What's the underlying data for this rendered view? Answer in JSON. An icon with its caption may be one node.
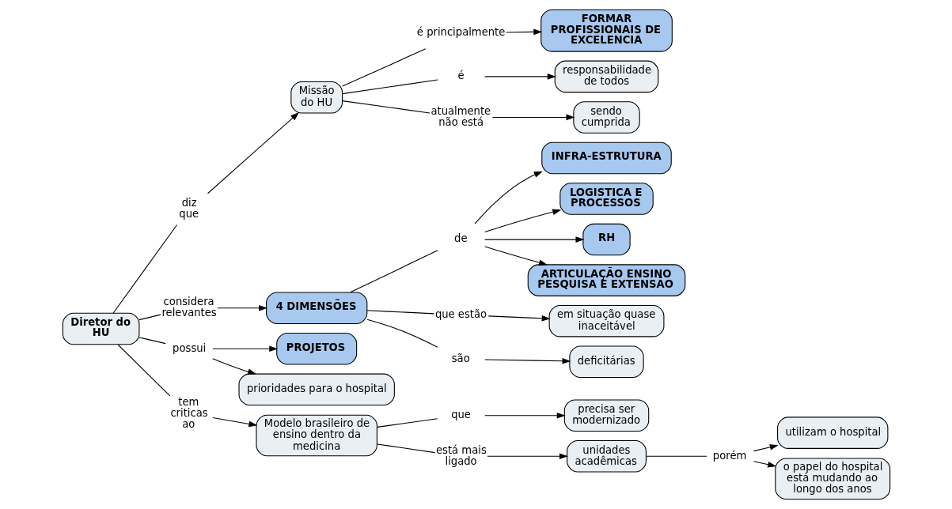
{
  "diagram": {
    "nodes": [
      {
        "text": [
          "Diretor do HU"
        ]
      },
      {
        "text": [
          "diz que"
        ]
      },
      {
        "text": [
          "Missão do HU"
        ]
      },
      {
        "text": [
          "é principalmente"
        ]
      },
      {
        "text": [
          "FORMAR PROFISSIONAIS DE EXCELENCIA"
        ]
      },
      {
        "text": [
          "é"
        ]
      },
      {
        "text": [
          "responsabilidade de todos"
        ]
      },
      {
        "text": [
          "atualmente não está"
        ]
      },
      {
        "text": [
          "sendo cumprida"
        ]
      },
      {
        "text": [
          "considera relevantes"
        ]
      },
      {
        "text": [
          "4 DIMENSÕES"
        ]
      },
      {
        "text": [
          "de"
        ]
      },
      {
        "text": [
          "INFRA-ESTRUTURA"
        ]
      },
      {
        "text": [
          "LOGISTICA E PROCESSOS"
        ]
      },
      {
        "text": [
          "RH"
        ]
      },
      {
        "text": [
          "ARTICULAÇÃO ENSINO PESQUISA E EXTENSÃO"
        ]
      },
      {
        "text": [
          "que estão"
        ]
      },
      {
        "text": [
          "em situação quase inaceitável"
        ]
      },
      {
        "text": [
          "são"
        ]
      },
      {
        "text": [
          "deficitárias"
        ]
      },
      {
        "text": [
          "possui"
        ]
      },
      {
        "text": [
          "PROJETOS"
        ]
      },
      {
        "text": [
          "prioridades para o hospital"
        ]
      },
      {
        "text": [
          "tem criticas ao"
        ]
      },
      {
        "text": [
          "Modelo brasileiro de ensino dentro da medicina"
        ]
      },
      {
        "text": [
          "que"
        ]
      },
      {
        "text": [
          "precisa ser modernizado"
        ]
      },
      {
        "text": [
          "está mais ligado"
        ]
      },
      {
        "text": [
          "unidades acadêmicas"
        ]
      },
      {
        "text": [
          "porém"
        ]
      },
      {
        "text": [
          "utilizam o hospital"
        ]
      },
      {
        "text": [
          "o papel do hospital está mudando ao longo dos anos"
        ]
      }
    ],
    "edges": [
      {
        "from": 0,
        "to": 1,
        "arrow": "none"
      },
      {
        "from": 1,
        "to": 2,
        "arrow": "to"
      },
      {
        "from": 2,
        "to": 3,
        "arrow": "none"
      },
      {
        "from": 3,
        "to": 4,
        "arrow": "to"
      },
      {
        "from": 2,
        "to": 5,
        "arrow": "none"
      },
      {
        "from": 5,
        "to": 6,
        "arrow": "to"
      },
      {
        "from": 2,
        "to": 7,
        "arrow": "none"
      },
      {
        "from": 7,
        "to": 8,
        "arrow": "to"
      },
      {
        "from": 0,
        "to": 9,
        "arrow": "none"
      },
      {
        "from": 9,
        "to": 10,
        "arrow": "to"
      },
      {
        "from": 10,
        "to": 11,
        "arrow": "none"
      },
      {
        "from": 11,
        "to": 12,
        "arrow": "to"
      },
      {
        "from": 11,
        "to": 13,
        "arrow": "to"
      },
      {
        "from": 11,
        "to": 14,
        "arrow": "to"
      },
      {
        "from": 11,
        "to": 15,
        "arrow": "to"
      },
      {
        "from": 10,
        "to": 16,
        "arrow": "none"
      },
      {
        "from": 16,
        "to": 17,
        "arrow": "to"
      },
      {
        "from": 10,
        "to": 18,
        "arrow": "none"
      },
      {
        "from": 18,
        "to": 19,
        "arrow": "to"
      },
      {
        "from": 0,
        "to": 20,
        "arrow": "none"
      },
      {
        "from": 20,
        "to": 21,
        "arrow": "to"
      },
      {
        "from": 20,
        "to": 22,
        "arrow": "to"
      },
      {
        "from": 0,
        "to": 23,
        "arrow": "none"
      },
      {
        "from": 23,
        "to": 24,
        "arrow": "to"
      },
      {
        "from": 24,
        "to": 25,
        "arrow": "none"
      },
      {
        "from": 25,
        "to": 26,
        "arrow": "to"
      },
      {
        "from": 24,
        "to": 27,
        "arrow": "none"
      },
      {
        "from": 27,
        "to": 28,
        "arrow": "to"
      },
      {
        "from": 28,
        "to": 29,
        "arrow": "none"
      },
      {
        "from": 29,
        "to": 30,
        "arrow": "to"
      },
      {
        "from": 29,
        "to": 31,
        "arrow": "to"
      }
    ]
  }
}
